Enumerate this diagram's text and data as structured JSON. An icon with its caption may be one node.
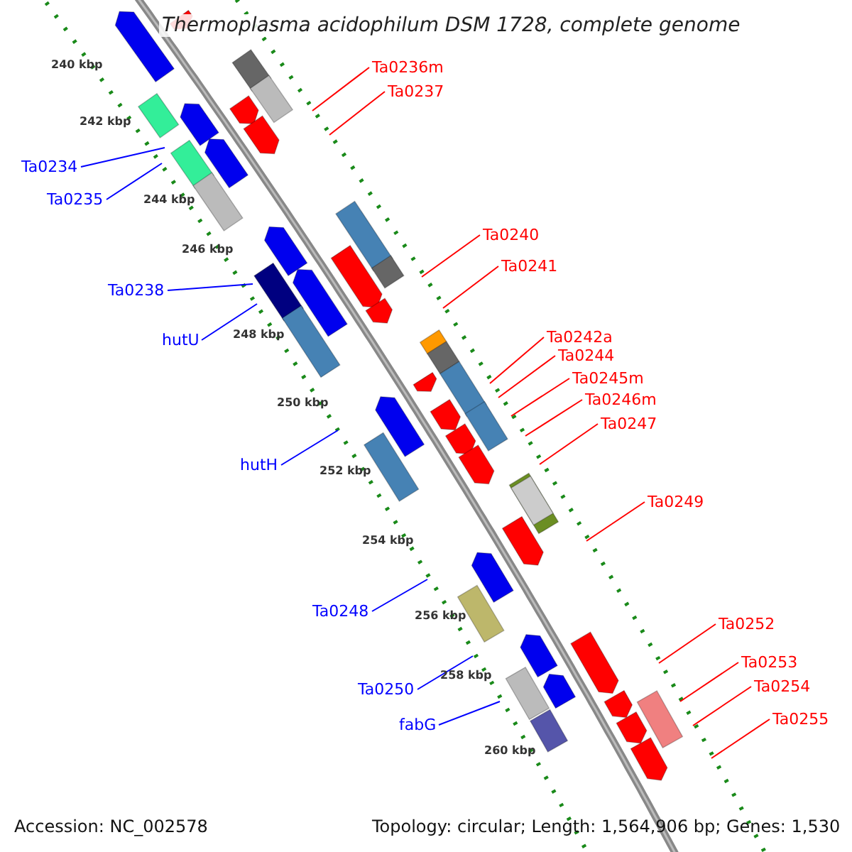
{
  "diagram": {
    "title": "Thermoplasma acidophilum DSM 1728, complete genome",
    "nodes": [
      {
        "text": [
          "Ta0236m"
        ]
      },
      {
        "text": [
          "Ta0237"
        ]
      },
      {
        "text": [
          "Ta0234"
        ]
      },
      {
        "text": [
          "Ta0235"
        ]
      },
      {
        "text": [
          "Ta0240"
        ]
      },
      {
        "text": [
          "Ta0241"
        ]
      },
      {
        "text": [
          "Ta0238"
        ]
      },
      {
        "text": [
          "hutU"
        ]
      },
      {
        "text": [
          "Ta0242a"
        ]
      },
      {
        "text": [
          "Ta0244"
        ]
      },
      {
        "text": [
          "Ta0245m"
        ]
      },
      {
        "text": [
          "Ta0246m"
        ]
      },
      {
        "text": [
          "Ta0247"
        ]
      },
      {
        "text": [
          "hutH"
        ]
      },
      {
        "text": [
          "Ta0249"
        ]
      },
      {
        "text": [
          "Ta0248"
        ]
      },
      {
        "text": [
          "Ta0252"
        ]
      },
      {
        "text": [
          "Ta0253"
        ]
      },
      {
        "text": [
          "Ta0250"
        ]
      },
      {
        "text": [
          "Ta0254"
        ]
      },
      {
        "text": [
          "fabG"
        ]
      },
      {
        "text": [
          "Ta0255"
        ]
      }
    ],
    "edges": [
      {
        "from": 0,
        "to": null,
        "arrow": "none"
      },
      {
        "from": 1,
        "to": null,
        "arrow": "none"
      },
      {
        "from": 2,
        "to": null,
        "arrow": "none",
        "color": "#0000ff"
      },
      {
        "from": 3,
        "to": null,
        "arrow": "none",
        "color": "#0000ff"
      },
      {
        "from": 4,
        "to": null,
        "arrow": "none"
      },
      {
        "from": 5,
        "to": null,
        "arrow": "none"
      },
      {
        "from": 6,
        "to": null,
        "arrow": "none",
        "color": "#0000ff"
      },
      {
        "from": 7,
        "to": null,
        "arrow": "none",
        "color": "#0000ff"
      },
      {
        "from": 8,
        "to": null,
        "arrow": "none"
      },
      {
        "from": 9,
        "to": null,
        "arrow": "none"
      },
      {
        "from": 10,
        "to": null,
        "arrow": "none"
      },
      {
        "from": 11,
        "to": null,
        "arrow": "none"
      },
      {
        "from": 12,
        "to": null,
        "arrow": "none"
      },
      {
        "from": 13,
        "to": null,
        "arrow": "none",
        "color": "#0000ff"
      },
      {
        "from": 14,
        "to": null,
        "arrow": "none"
      },
      {
        "from": 15,
        "to": null,
        "arrow": "none",
        "color": "#0000ff"
      },
      {
        "from": 16,
        "to": null,
        "arrow": "none"
      },
      {
        "from": 17,
        "to": null,
        "arrow": "none"
      },
      {
        "from": 18,
        "to": null,
        "arrow": "none",
        "color": "#0000ff"
      },
      {
        "from": 19,
        "to": null,
        "arrow": "none"
      },
      {
        "from": 20,
        "to": null,
        "arrow": "none",
        "color": "#0000ff"
      },
      {
        "from": 21,
        "to": null,
        "arrow": "none"
      }
    ],
    "labels": [
      "240 kbp",
      "242 kbp",
      "244 kbp",
      "246 kbp",
      "248 kbp",
      "250 kbp",
      "252 kbp",
      "254 kbp",
      "256 kbp",
      "258 kbp",
      "260 kbp",
      "Accession: NC_002578",
      "Topology: circular; Length: 1,564,906 bp; Genes: 1,530"
    ]
  }
}
